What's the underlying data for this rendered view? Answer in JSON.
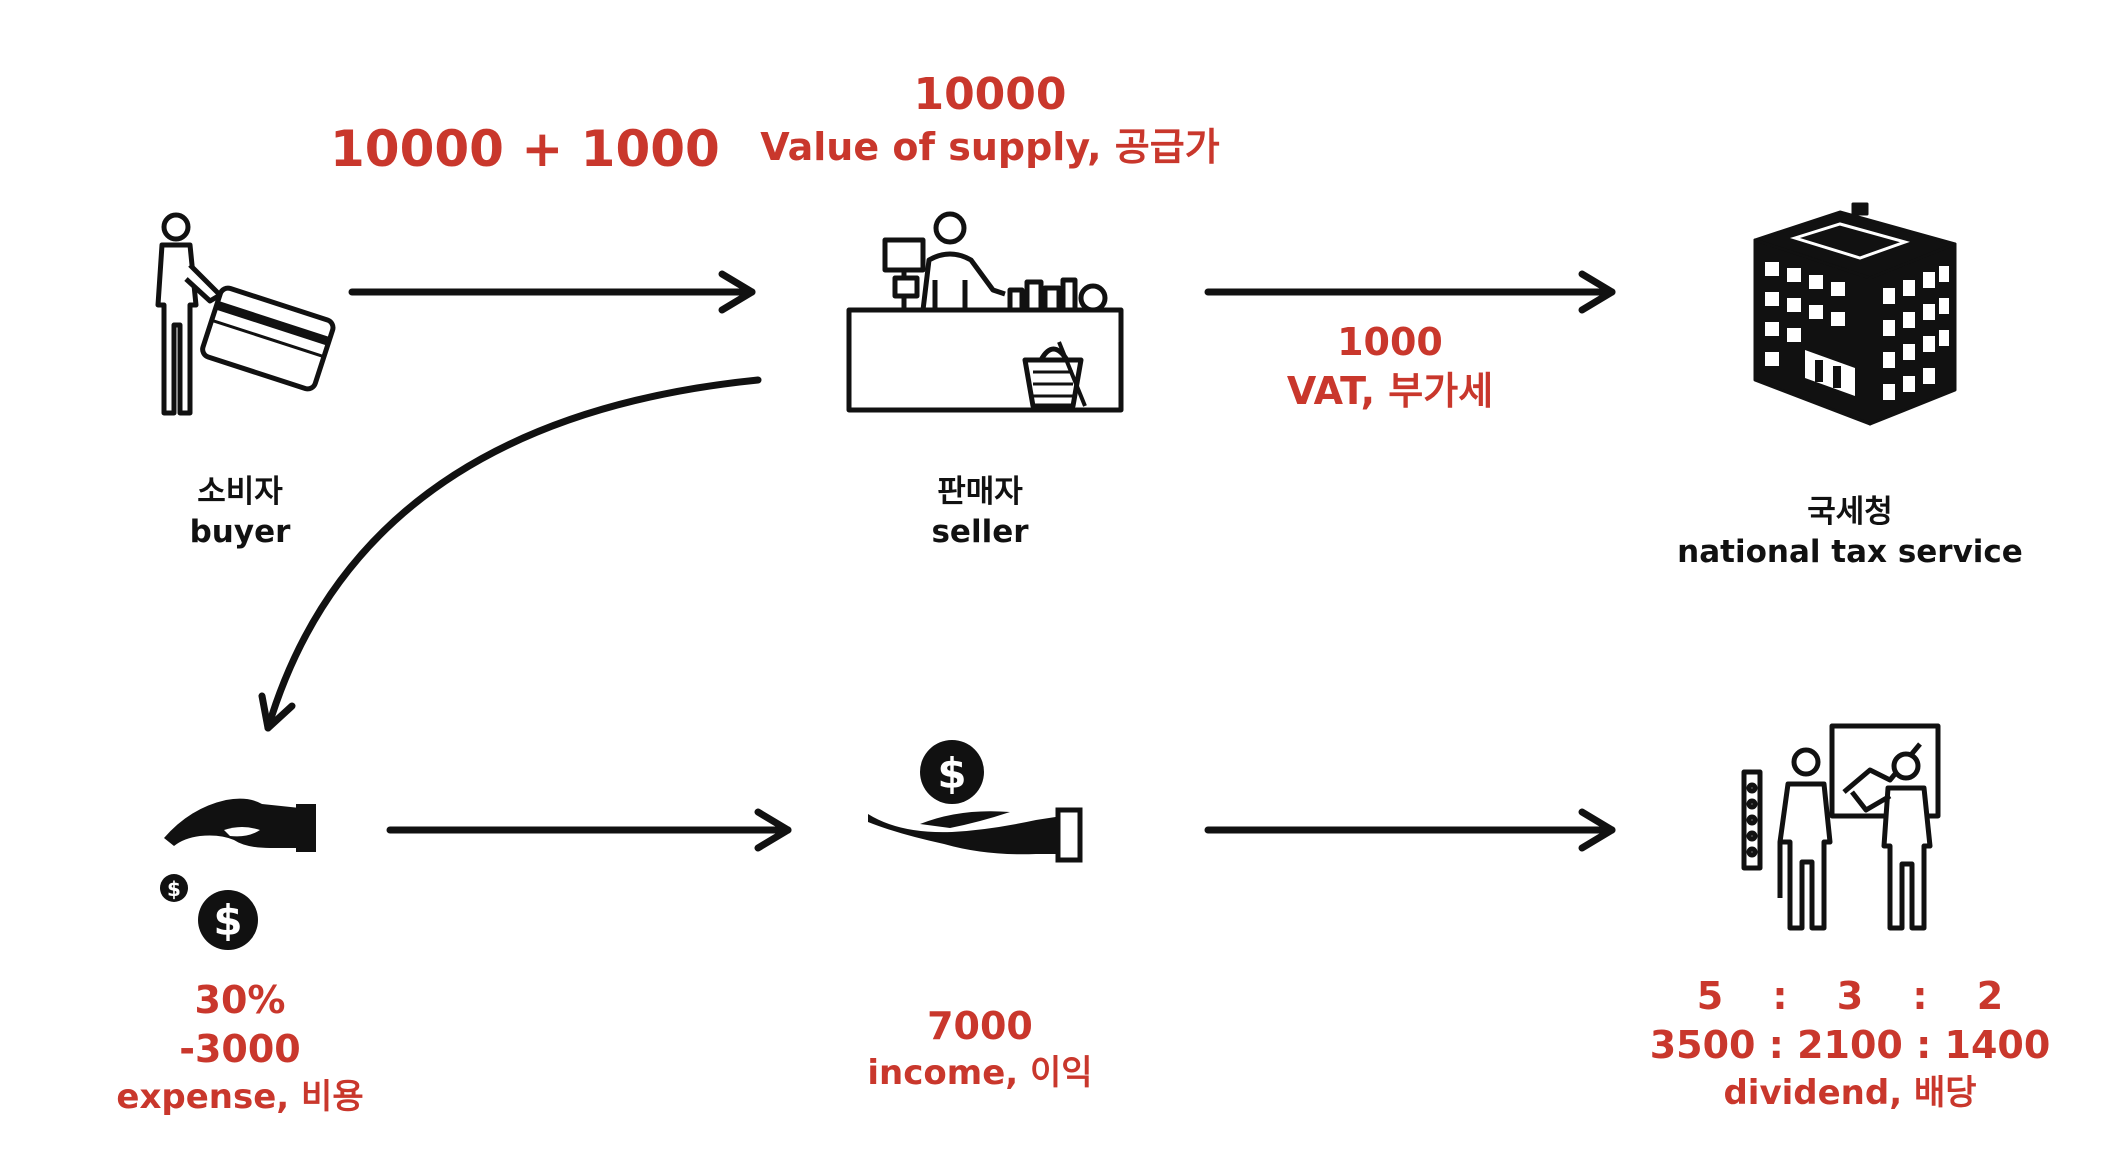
{
  "top_amounts": {
    "buyer_payment": "10000 + 1000",
    "supply_value_amount": "10000",
    "supply_value_label": "Value of supply, 공급가",
    "vat_amount": "1000",
    "vat_label": "VAT, 부가세"
  },
  "nodes": {
    "buyer": {
      "ko": "소비자",
      "en": "buyer",
      "icon": "buyer-card-icon"
    },
    "seller": {
      "ko": "판매자",
      "en": "seller",
      "icon": "cashier-counter-icon"
    },
    "tax": {
      "ko": "국세청",
      "en": "national tax service",
      "icon": "government-building-icon"
    }
  },
  "bottom": {
    "expense": {
      "percent": "30%",
      "amount": "-3000",
      "label": "expense, 비용",
      "icon": "giving-hand-coins-icon"
    },
    "income": {
      "amount": "7000",
      "label": "income, 이익",
      "icon": "receiving-hand-coin-icon"
    },
    "dividend": {
      "ratio": [
        "5",
        ":",
        "3",
        ":",
        "2"
      ],
      "amounts": "3500 : 2100 : 1400",
      "label": "dividend, 배당",
      "icon": "presentation-people-icon"
    }
  },
  "colors": {
    "accent": "#c9372c",
    "ink": "#111111"
  }
}
